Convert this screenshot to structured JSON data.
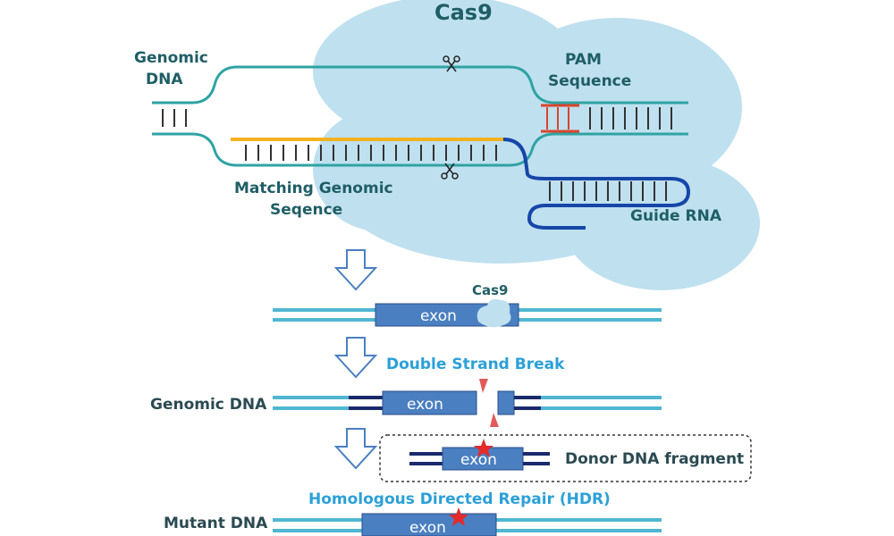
{
  "labels": {
    "cas9_top": "Cas9",
    "genomic_dna_top_line1": "Genomic",
    "genomic_dna_top_line2": "DNA",
    "pam_line1": "PAM",
    "pam_line2": "Sequence",
    "matching_line1": "Matching Genomic",
    "matching_line2": "Seqence",
    "guide_rna": "Guide RNA",
    "cas9_small": "Cas9",
    "exon": "exon",
    "double_strand_break": "Double Strand Break",
    "genomic_dna_mid": "Genomic DNA",
    "donor_dna": "Donor DNA fragment",
    "hdr": "Homologous Directed Repair (HDR)",
    "mutant_dna": "Mutant DNA"
  },
  "colors": {
    "cas9_blob": "#bfe0ef",
    "dna_teal": "#2fa3a3",
    "pam_red": "#d9452c",
    "guide_blue": "#1646a8",
    "match_yellow": "#f2b21e",
    "exon_blue": "#4a7fc1",
    "strand_light": "#4fb7d2",
    "strand_dark": "#1a2a6c",
    "break_red": "#e05a5a",
    "star_red": "#e52a2a"
  },
  "icons": [
    "scissors-icon",
    "down-arrow-icon",
    "star-icon"
  ]
}
